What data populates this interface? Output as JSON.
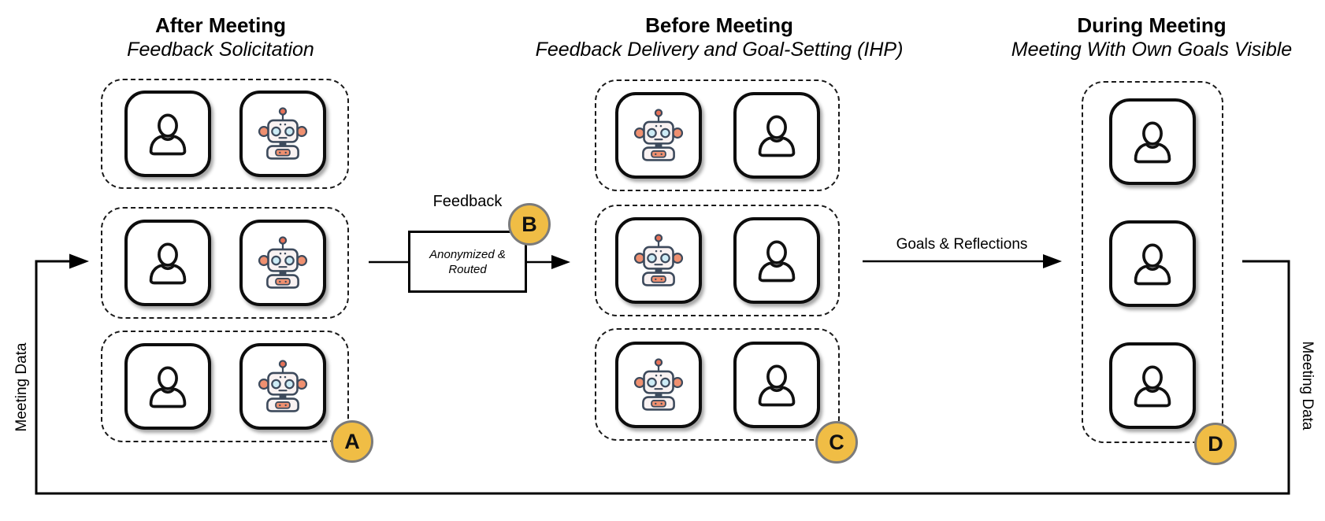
{
  "titles": {
    "after": {
      "title": "After Meeting",
      "subtitle": "Feedback Solicitation"
    },
    "before": {
      "title": "Before Meeting",
      "subtitle": "Feedback Delivery and Goal-Setting (IHP)"
    },
    "during": {
      "title": "During Meeting",
      "subtitle": "Meeting With Own Goals Visible"
    }
  },
  "badges": {
    "after": "A",
    "feedback": "B",
    "before": "C",
    "during": "D"
  },
  "feedback_box": {
    "label": "Feedback",
    "body_line1": "Anonymized &",
    "body_line2": "Routed"
  },
  "labels": {
    "goals_arrow": "Goals & Reflections",
    "meeting_data_left": "Meeting Data",
    "meeting_data_right": "Meeting Data"
  },
  "icons": {
    "robot": "robot-icon",
    "person": "person-icon"
  },
  "colors": {
    "badge_fill": "#F0BD45",
    "badge_border": "#7B7B7B",
    "line": "#000000",
    "robot_outline": "#3D4A5C",
    "robot_accent": "#EF9070",
    "robot_eye": "#CDEBF5",
    "robot_face": "#F9F2F2"
  }
}
